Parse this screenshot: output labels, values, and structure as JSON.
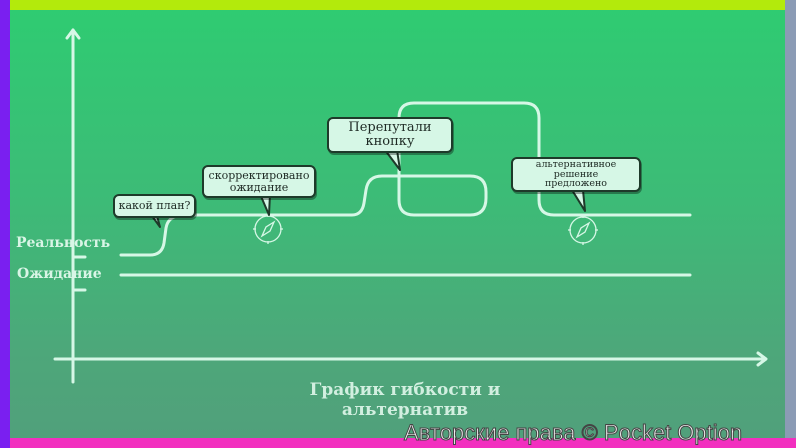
{
  "diagram": {
    "title_line1": "График гибкости и",
    "title_line2": "альтернатив",
    "y_labels": {
      "reality": "Реальность",
      "expectation": "Ожидание"
    },
    "callouts": [
      {
        "id": "what-plan",
        "text": "какой план?"
      },
      {
        "id": "corrected",
        "line1": "скорректировано",
        "line2": "ожидание"
      },
      {
        "id": "wrong-button",
        "line1": "Перепутали",
        "line2": "кнопку"
      },
      {
        "id": "alternative",
        "line1": "альтернативное",
        "line2": "решение",
        "line3": "предложено"
      }
    ],
    "icons": [
      "compass-icon",
      "compass-icon"
    ]
  },
  "watermark": "Авторские права © Pocket Option",
  "colors": {
    "top_bar": "#b3ea0c",
    "left_bar": "#7a1ff0",
    "right_bar": "#8b9bb5",
    "bottom_bar": "#f22fbf",
    "background_top": "#2fcb72",
    "background_bottom": "#51a07b",
    "line": "#d6f7e6",
    "bubble_fill": "#d6f7e6"
  }
}
